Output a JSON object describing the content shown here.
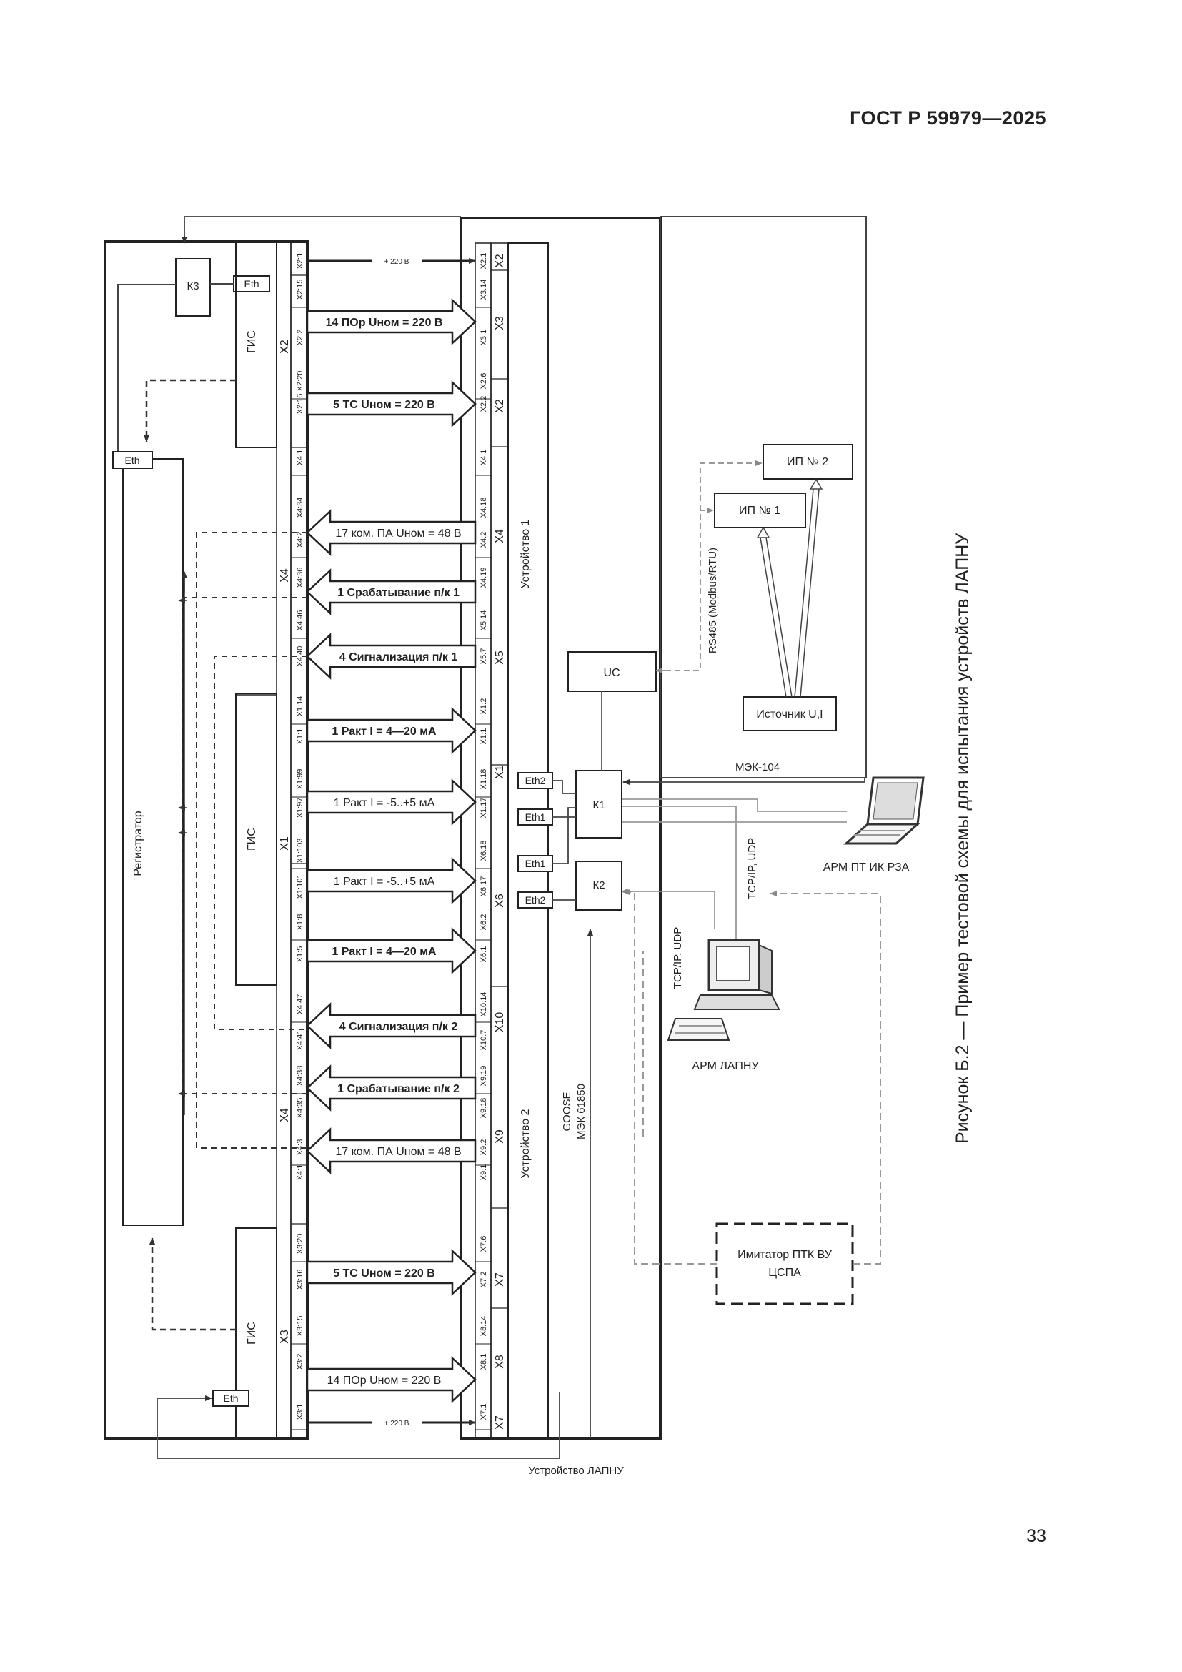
{
  "header": {
    "doc_code": "ГОСТ Р 59979—2025"
  },
  "page_number": "33",
  "caption": "Рисунок Б.2 — Пример тестовой схемы для испытания устройств ЛАПНУ",
  "blocks": {
    "k3": "К3",
    "eth": "Eth",
    "eth1": "Eth1",
    "eth2": "Eth2",
    "gis": "ГИС",
    "registrar": "Регистратор",
    "device1": "Устройство 1",
    "device2": "Устройство 2",
    "device_lapnu": "Устройство ЛАПНУ",
    "uc": "UC",
    "k1": "К1",
    "k2": "К2",
    "ip1": "ИП № 1",
    "ip2": "ИП № 2",
    "source": "Источник U,I",
    "imitator_line1": "Имитатор ПТК ВУ",
    "imitator_line2": "ЦСПА",
    "arm_pt": "АРМ ПТ ИК РЗА",
    "arm_lapnu": "АРМ ЛАПНУ"
  },
  "protocols": {
    "iec104": "МЭК-104",
    "rs485": "RS485 (Modbus/RTU)",
    "tcp1": "TCP/IP, UDP",
    "tcp2": "TCP/IP, UDP",
    "goose1": "GOOSE",
    "goose2": "МЭК 61850"
  },
  "connectors": {
    "gis_top": "X2",
    "gis_mid": "X1",
    "gis_bot": "X3",
    "x4a": "X4",
    "x4b": "X4",
    "d_x2a": "X2",
    "d_x3": "X3",
    "d_x2b": "X2",
    "d_x4": "X4",
    "d_x5": "X5",
    "d_x1": "X1",
    "d_x6": "X6",
    "d_x10": "X10",
    "d_x9": "X9",
    "d_x7a": "X7",
    "d_x8": "X8",
    "d_x7b": "X7"
  },
  "left_pins": [
    "X2:1",
    "X2:15",
    "X2:2",
    "X2:20",
    "X2:16",
    "X4:1",
    "X4:34",
    "X4:2",
    "X4:36",
    "X4:46",
    "X4:40",
    "X1:14",
    "X1:1",
    "X1:99",
    "X1:97",
    "X1:103",
    "X1:101",
    "X1:8",
    "X1:5",
    "X4:47",
    "X4:41",
    "X4:38",
    "X4:35",
    "X4:3",
    "X4:1",
    "X3:20",
    "X3:16",
    "X3:15",
    "X3:2",
    "X3:1"
  ],
  "right_pins": [
    "X2:1",
    "X3:14",
    "X3:1",
    "X2:6",
    "X2:2",
    "X4:1",
    "X4:18",
    "X4:2",
    "X4:19",
    "X5:14",
    "X5:7",
    "X1:2",
    "X1:1",
    "X1:18",
    "X1:17",
    "X6:18",
    "X6:17",
    "X6:2",
    "X6:1",
    "X10:14",
    "X10:7",
    "X9:19",
    "X9:18",
    "X9:2",
    "X9:1",
    "X7:6",
    "X7:2",
    "X8:14",
    "X8:1",
    "X7:1"
  ],
  "signals": [
    "+ 220 В",
    "14 ПОр Uном = 220 В",
    "5 ТС Uном = 220 В",
    "17 ком. ПА Uном = 48 В",
    "1 Срабатывание п/к 1",
    "4 Сигнализация п/к 1",
    "1 Ракт I = 4—20 мА",
    "1 Ракт I = -5..+5 мА",
    "1 Ракт I = -5..+5 мА",
    "1 Ракт I = 4—20 мА",
    "4 Сигнализация п/к 2",
    "1 Срабатывание п/к 2",
    "17 ком. ПА Uном = 48 В",
    "5 ТС Uном = 220 В",
    "14 ПОр Uном = 220 В",
    "+ 220 В"
  ]
}
